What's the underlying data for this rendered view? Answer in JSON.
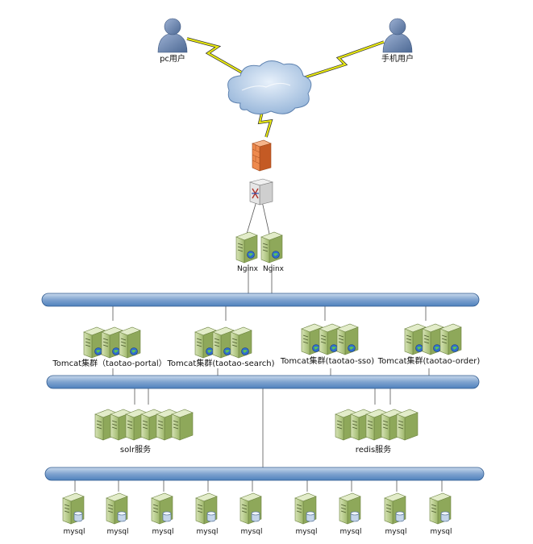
{
  "users": {
    "pc_label": "pc用户",
    "mobile_label": "手机用户"
  },
  "nginx": {
    "labels": [
      "Nginx",
      "Nginx"
    ]
  },
  "tomcat_clusters": [
    {
      "label": "Tomcat集群（taotao-portal）",
      "servers": 3
    },
    {
      "label": "Tomcat集群(taotao-search)",
      "servers": 3
    },
    {
      "label": "Tomcat集群(taotao-sso)",
      "servers": 3
    },
    {
      "label": "Tomcat集群(taotao-order)",
      "servers": 3
    }
  ],
  "services": {
    "solr_label": "solr服务",
    "redis_label": "redis服务"
  },
  "databases": {
    "labels": [
      "mysql",
      "mysql",
      "mysql",
      "mysql",
      "mysql",
      "mysql",
      "mysql",
      "mysql",
      "mysql"
    ]
  },
  "colors": {
    "bus": "#4f81bd",
    "bus_light": "#b8cce4",
    "server_body": "#b5c98b",
    "server_dark": "#7f9a4c",
    "firewall": "#e8834c",
    "lightning": "#e6e600",
    "user": "#6d86b0"
  }
}
